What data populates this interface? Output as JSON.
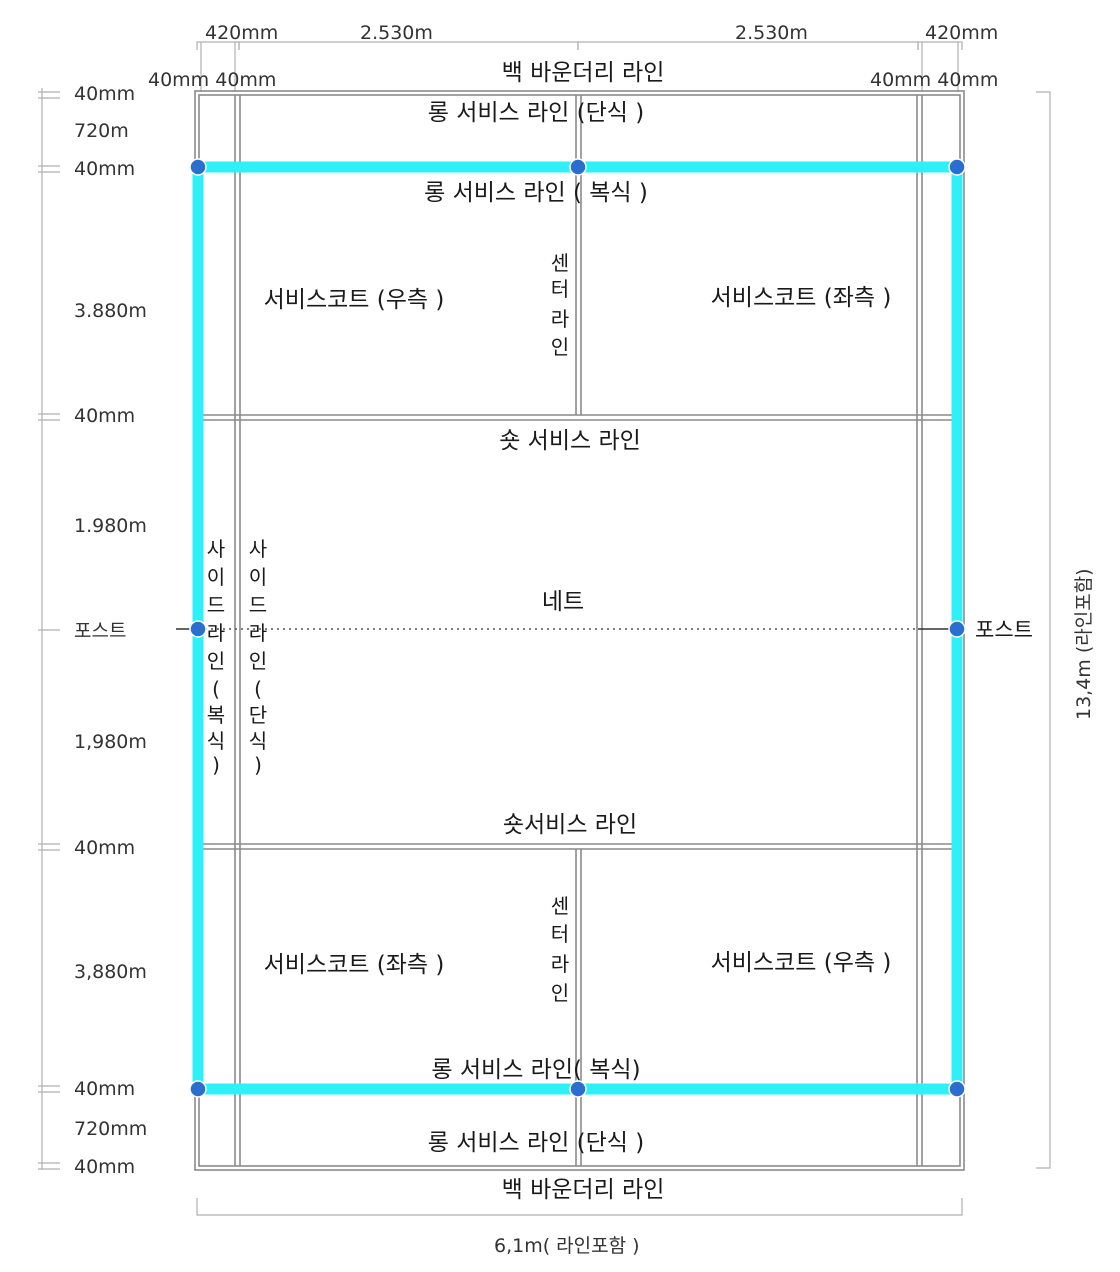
{
  "top_dims": {
    "alley_left": "420mm",
    "half_left": "2.530m",
    "half_right": "2.530m",
    "alley_right": "420mm",
    "line_left": "40mm 40mm",
    "line_right": "40mm 40mm"
  },
  "left_dims": {
    "d1": "40mm",
    "d2": "720m",
    "d3": "40mm",
    "d4": "3.880m",
    "d5": "40mm",
    "d6": "1.980m",
    "post": "포스트",
    "d7": "1,980m",
    "d8": "40mm",
    "d9": "3,880m",
    "d10": "40mm",
    "d11": "720mm",
    "d12": "40mm"
  },
  "right_dim": "13,4m (라인포함)",
  "bottom_dim": "6,1m( 라인포함 )",
  "labels": {
    "back_boundary_top": "백 바운더리 라인",
    "long_service_singles_top": "롱 서비스 라인 (단식 )",
    "long_service_doubles_top": "롱 서비스 라인 ( 복식 )",
    "service_court_right_top": "서비스코트 (우측 )",
    "service_court_left_top": "서비스코트 (좌측 )",
    "center_line_chars": [
      "센",
      "터",
      "라",
      "인"
    ],
    "short_service_top": "숏 서비스 라인",
    "net": "네트",
    "post_right": "포스트",
    "short_service_bottom": "숏서비스 라인",
    "service_court_left_bottom": "서비스코트 (좌측 )",
    "service_court_right_bottom": "서비스코트 (우측 )",
    "long_service_doubles_bottom": "롱 서비스 라인( 복식)",
    "long_service_singles_bottom": "롱 서비스 라인 (단식 )",
    "back_boundary_bottom": "백 바운더리 라인",
    "side_doubles_chars": [
      "사",
      "이",
      "드",
      "라",
      "인",
      "(",
      "복",
      "식",
      ")"
    ],
    "side_singles_chars": [
      "사",
      "이",
      "드",
      "라",
      "인",
      "(",
      "단",
      "식",
      ")"
    ]
  },
  "colors": {
    "highlight": "#2ef0f8",
    "node": "#2a6fd0",
    "court_line": "#8a8a8a"
  }
}
